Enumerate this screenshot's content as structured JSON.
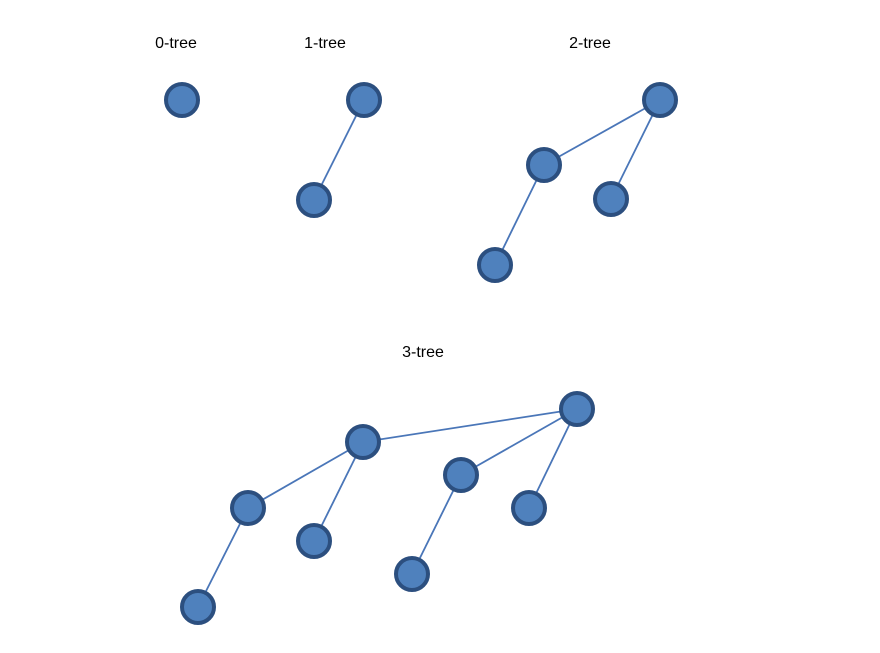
{
  "colors": {
    "node_fill": "#4f81bd",
    "node_stroke": "#2c4f7f",
    "edge": "#4a76b8",
    "label": "#000000"
  },
  "trees": [
    {
      "label": "0-tree",
      "nodes": [
        "root"
      ],
      "edges": []
    },
    {
      "label": "1-tree",
      "nodes": [
        "root",
        "a"
      ],
      "edges": [
        [
          "root",
          "a"
        ]
      ]
    },
    {
      "label": "2-tree",
      "nodes": [
        "root",
        "b",
        "c",
        "d"
      ],
      "edges": [
        [
          "root",
          "b"
        ],
        [
          "root",
          "c"
        ],
        [
          "b",
          "d"
        ]
      ]
    },
    {
      "label": "3-tree",
      "nodes": [
        "root",
        "e",
        "f",
        "g",
        "h",
        "i",
        "j",
        "k"
      ],
      "edges": [
        [
          "root",
          "e"
        ],
        [
          "root",
          "f"
        ],
        [
          "root",
          "g"
        ],
        [
          "e",
          "h"
        ],
        [
          "e",
          "i"
        ],
        [
          "h",
          "j"
        ],
        [
          "f",
          "k"
        ]
      ]
    }
  ]
}
